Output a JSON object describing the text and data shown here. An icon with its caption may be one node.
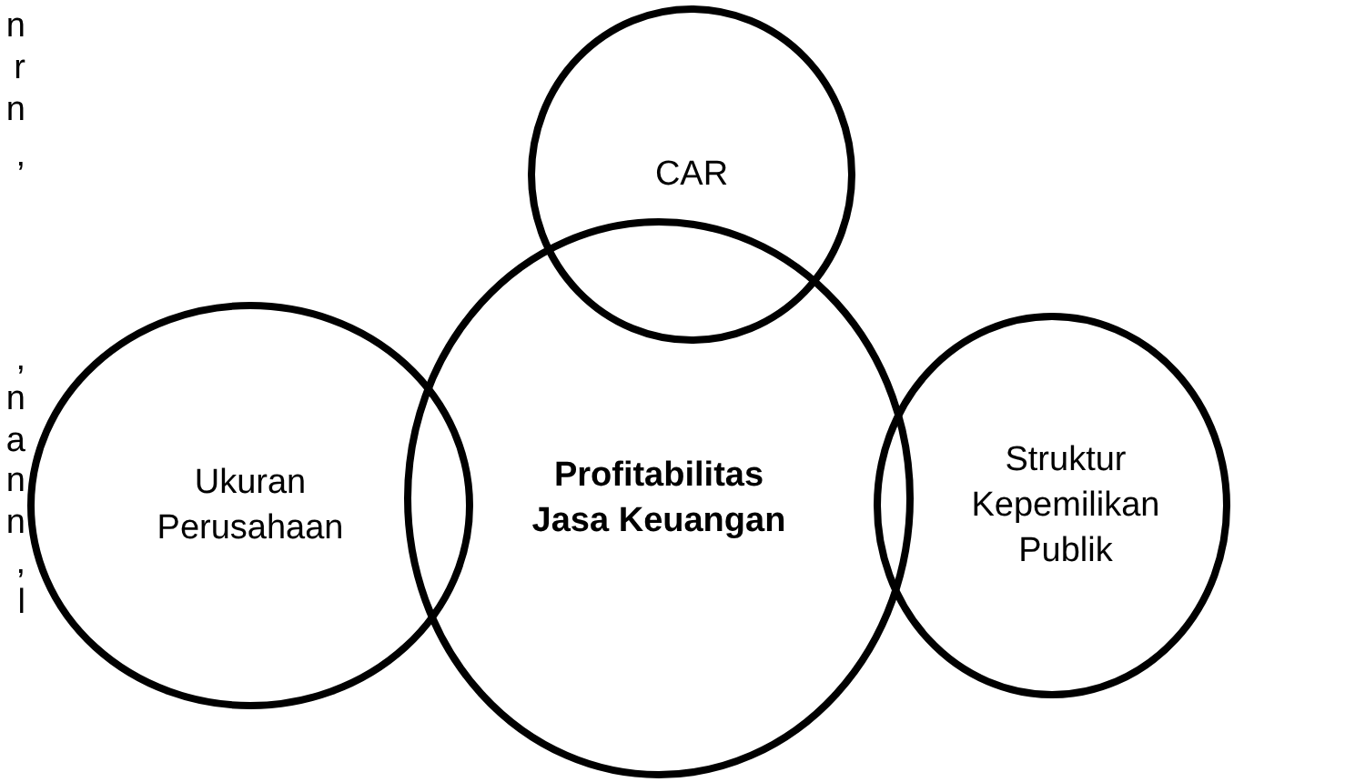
{
  "diagram": {
    "nodes": [
      {
        "text": [
          "CAR"
        ]
      },
      {
        "text": [
          "Profitabilitas Jasa Keuangan"
        ]
      },
      {
        "text": [
          "Ukuran Perusahaan"
        ]
      },
      {
        "text": [
          "Struktur Kepemilikan Publik"
        ]
      }
    ],
    "labels": [
      "n",
      "r",
      "n",
      ",",
      ",",
      "n",
      "a",
      "n",
      "n",
      ",",
      "l"
    ]
  }
}
